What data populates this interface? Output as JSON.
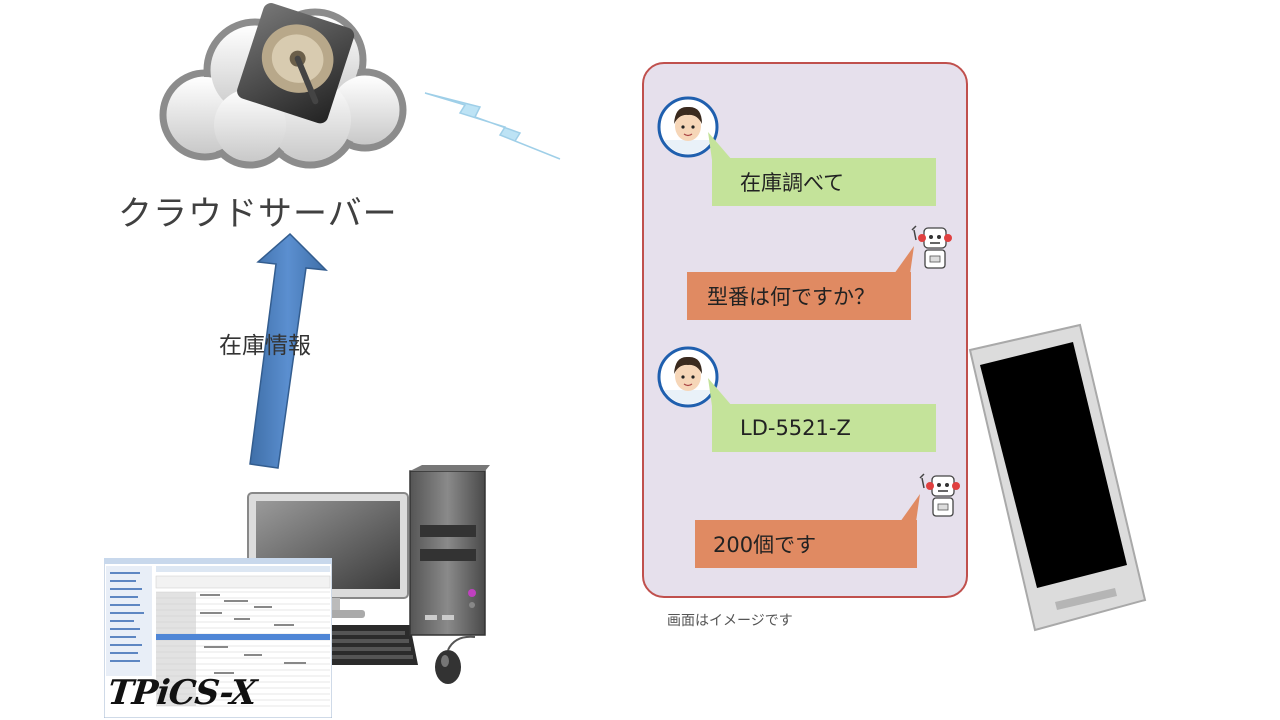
{
  "cloud_server": {
    "label": "クラウドサーバー"
  },
  "arrow": {
    "label": "在庫情報"
  },
  "software": {
    "logo": "TPiCS-X"
  },
  "chat": {
    "messages": [
      {
        "speaker": "user",
        "text": "在庫調べて"
      },
      {
        "speaker": "bot",
        "text": "型番は何ですか？"
      },
      {
        "speaker": "user",
        "text": "LD-5521-Z"
      },
      {
        "speaker": "bot",
        "text": "200個です"
      }
    ],
    "caption": "画面はイメージです"
  },
  "colors": {
    "phone_border": "#c0504d",
    "phone_bg": "#e6e0ec",
    "user_bubble": "#c4e39a",
    "bot_bubble": "#e08a62",
    "arrow": "#4f81bd",
    "bolt": "#bde3f5"
  },
  "icons": [
    "cloud-icon",
    "hard-disk-icon",
    "lightning-bolt-icon",
    "desktop-pc-icon",
    "user-avatar-icon",
    "robot-icon",
    "smartphone-icon"
  ]
}
